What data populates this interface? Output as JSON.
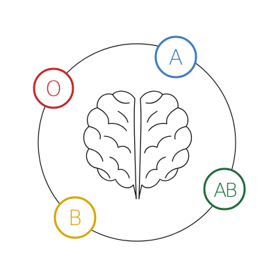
{
  "badges": {
    "o": {
      "label": "O",
      "color": "#c62828"
    },
    "a": {
      "label": "A",
      "color": "#3f7cc1"
    },
    "ab": {
      "label": "AB",
      "color": "#1f6b3c"
    },
    "b": {
      "label": "B",
      "color": "#d8a400"
    }
  },
  "icons": {
    "center": "brain-icon"
  },
  "colors": {
    "outline": "#111111",
    "background": "#ffffff"
  }
}
